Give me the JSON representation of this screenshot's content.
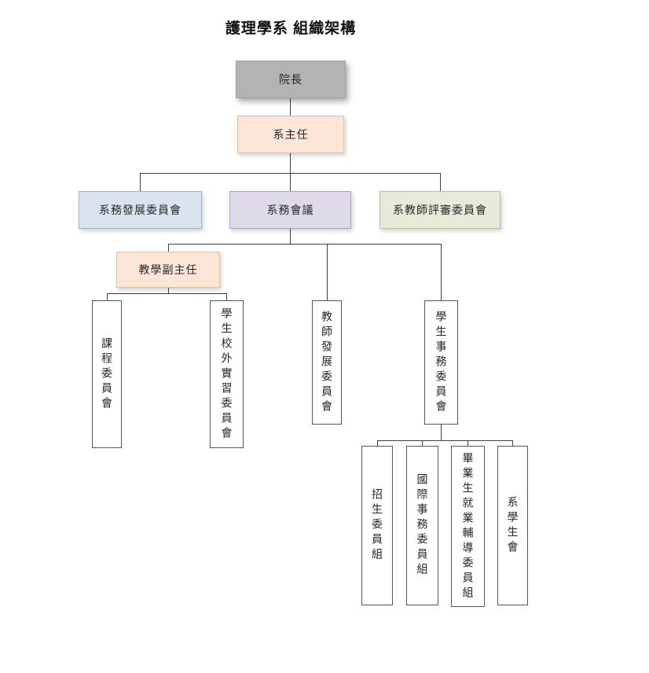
{
  "title": "護理學系 組織架構",
  "nodes": {
    "dean": {
      "label": "院長",
      "fill": "#b3b3b3"
    },
    "chair": {
      "label": "系主任",
      "fill": "#fbe5d6"
    },
    "dev_committee": {
      "label": "系務發展委員會",
      "fill": "#dae3ed"
    },
    "dept_meeting": {
      "label": "系務會議",
      "fill": "#dedae8"
    },
    "teacher_review": {
      "label": "系教師評審委員會",
      "fill": "#e5ead9"
    },
    "vice_chair": {
      "label": "教學副主任",
      "fill": "#fbe5d6"
    },
    "curriculum": {
      "label": "課程委員會",
      "fill": "#ffffff"
    },
    "internship": {
      "label": "學生校外實習委員會",
      "fill": "#ffffff"
    },
    "teacher_dev": {
      "label": "教師發展委員會",
      "fill": "#ffffff"
    },
    "student_affairs": {
      "label": "學生事務委員會",
      "fill": "#ffffff"
    },
    "admissions": {
      "label": "招生委員組",
      "fill": "#ffffff"
    },
    "intl_affairs": {
      "label": "國際事務委員組",
      "fill": "#ffffff"
    },
    "grad_employment": {
      "label": "畢業生就業輔導委員組",
      "fill": "#ffffff"
    },
    "student_assoc": {
      "label": "系學生會",
      "fill": "#ffffff"
    }
  },
  "hierarchy": {
    "院長": [
      "系主任"
    ],
    "系主任": [
      "系務發展委員會",
      "系務會議",
      "系教師評審委員會"
    ],
    "系務會議": [
      "教學副主任",
      "教師發展委員會",
      "學生事務委員會"
    ],
    "教學副主任": [
      "課程委員會",
      "學生校外實習委員會"
    ],
    "學生事務委員會": [
      "招生委員組",
      "國際事務委員組",
      "畢業生就業輔導委員組",
      "系學生會"
    ]
  },
  "line_color": "#3f3f3f"
}
